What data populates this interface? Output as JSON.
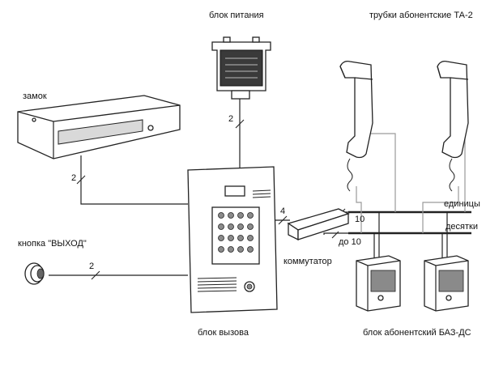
{
  "labels": {
    "power_supply": "блок питания",
    "handsets": "трубки абонентские ТА-2",
    "lock": "замок",
    "exit_button": "кнопка \"ВЫХОД\"",
    "call_panel": "блок вызова",
    "commutator": "коммутатор",
    "subscriber_units": "блок абонентский БАЗ-ДС",
    "bus_units": "единицы",
    "bus_tens": "десятки"
  },
  "wire_counts": {
    "power": "2",
    "lock": "2",
    "exit": "2",
    "call_panel": "4",
    "units": "10",
    "tens": "до 10"
  }
}
